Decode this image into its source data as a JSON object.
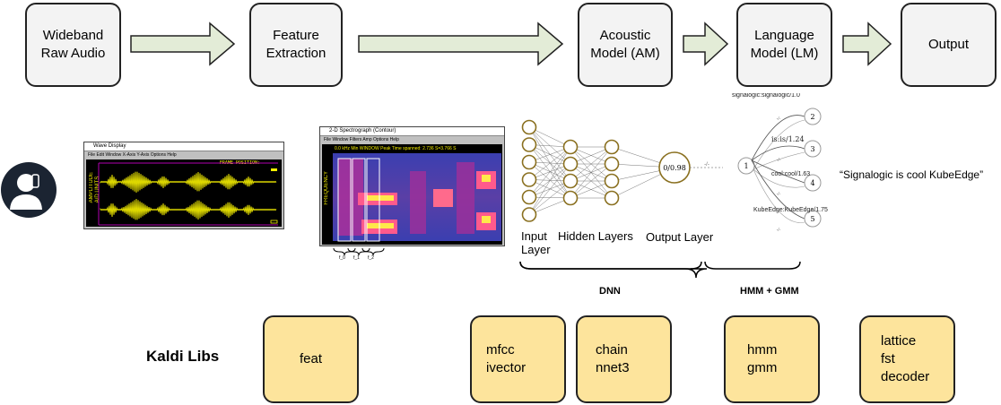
{
  "stages": [
    {
      "id": "wideband",
      "label": "Wideband\nRaw Audio"
    },
    {
      "id": "feature",
      "label": "Feature\nExtraction"
    },
    {
      "id": "am",
      "label": "Acoustic\nModel (AM)"
    },
    {
      "id": "lm",
      "label": "Language\nModel (LM)"
    },
    {
      "id": "output",
      "label": "Output"
    }
  ],
  "wave_window": {
    "title": "Wave Display",
    "menu": "File  Edit  Window  X-Axis  Y-Axis  Options  Help",
    "readout": "FRAME POSITION:",
    "amp_label": "AMPLITUDE\nA/D UNITS"
  },
  "spec_window": {
    "title": "2-D Spectrograph (Contour)",
    "menu": "File  Window  Filters  Amp  Options  Help",
    "readout": "0.0 kHz Min  WINDOW  Peak  Time spanned: 2.736  S=3.766 S",
    "freq_label": "FREQUENCY",
    "frame_labels": [
      "f_0",
      "f_1",
      "f_2"
    ]
  },
  "nn": {
    "output_node": "0/0.98",
    "input_label": "Input\nLayer",
    "hidden_label": "Hidden Layers",
    "output_label": "Output Layer",
    "edge_label": "-/-",
    "input_count": 6,
    "hidden_counts": [
      4,
      4
    ],
    "output_count": 1
  },
  "fst": {
    "start": "1",
    "nodes": [
      "2",
      "3",
      "4",
      "5"
    ],
    "arcs": [
      "signalogic:signalogic/1.0",
      "is:is/1.24",
      "cool:cool/1.63",
      "KubeEdge:KubeEdge/1.75"
    ],
    "back_label": "-/-"
  },
  "result_text": "“Signalogic is cool KubeEdge”",
  "brackets": {
    "dnn": "DNN",
    "hmm": "HMM + GMM"
  },
  "kaldi_title": "Kaldi Libs",
  "libs": [
    {
      "id": "feat",
      "label": "feat"
    },
    {
      "id": "mfcc",
      "label": "mfcc\nivector"
    },
    {
      "id": "chain",
      "label": "chain\nnnet3"
    },
    {
      "id": "hmm",
      "label": "hmm\ngmm"
    },
    {
      "id": "lattice",
      "label": "lattice\nfst\ndecoder"
    }
  ],
  "colors": {
    "stage_fill": "#f3f3f3",
    "arrow_fill": "#e3ecd7",
    "lib_fill": "#fde49c",
    "neuron": "#8a7020",
    "wave": "#f6f000",
    "wave_bg": "#000000"
  }
}
